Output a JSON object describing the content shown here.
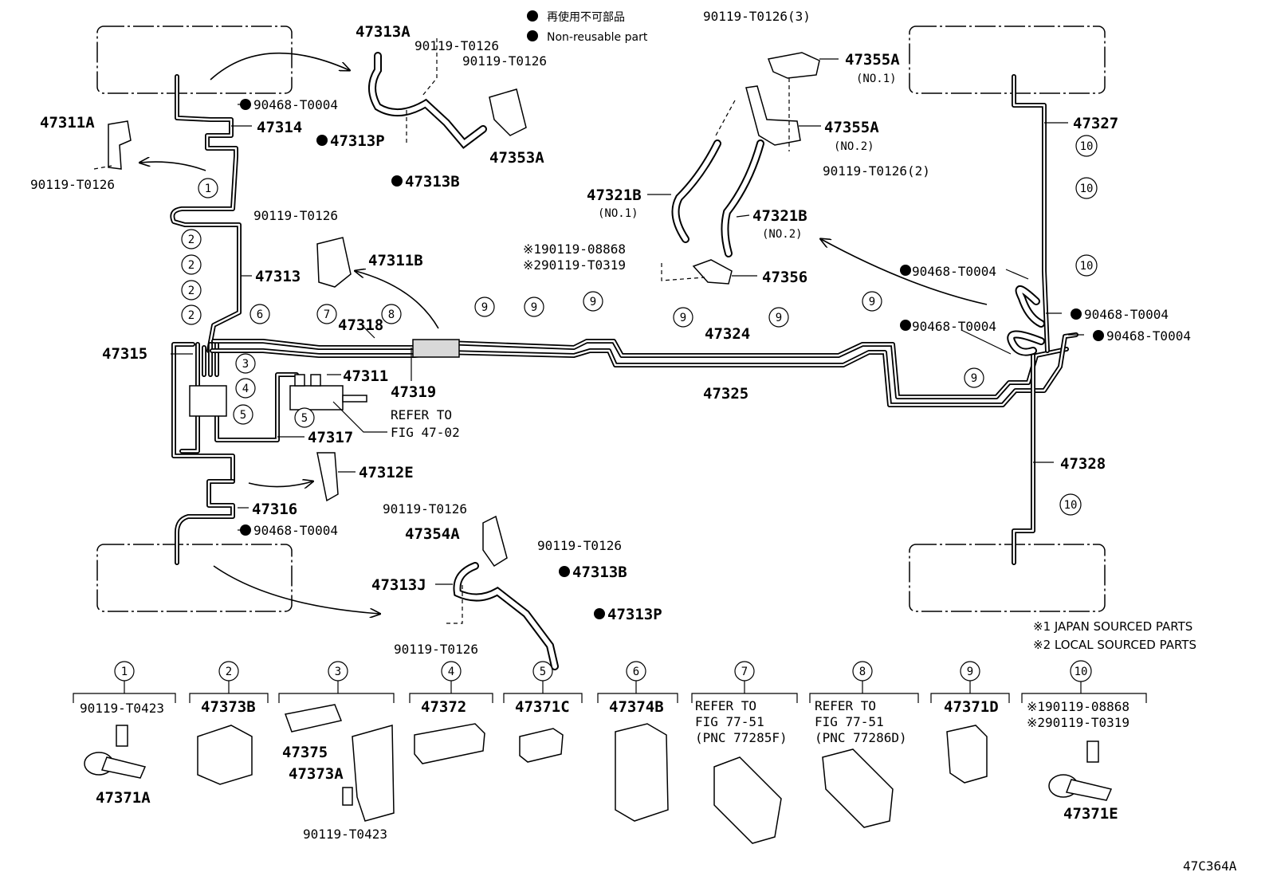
{
  "legend": {
    "jp": "再使用不可部品",
    "en": "Non-reusable part"
  },
  "diagram_code": "47C364A",
  "notes": {
    "n1": "※1 JAPAN SOURCED PARTS",
    "n2": "※2 LOCAL SOURCED PARTS"
  },
  "labels": {
    "p47313A": "47313A",
    "b1": "90119-T0126",
    "b2": "90119-T0126",
    "p47353A": "47353A",
    "p47313P_a": "47313P",
    "p47313B_a": "47313B",
    "c90468_tl": "90468-T0004",
    "p47311A": "47311A",
    "p47314": "47314",
    "b_tl": "90119-T0126",
    "b_311B": "90119-T0126",
    "p47311B": "47311B",
    "p47313": "47313",
    "p47315": "47315",
    "p47318": "47318",
    "p47319": "47319",
    "p47311": "47311",
    "refer1": "REFER TO",
    "refer2": "FIG 47-02",
    "p47317": "47317",
    "p47312E": "47312E",
    "b_312E": "90119-T0126",
    "p47316": "47316",
    "c90468_bl": "90468-T0004",
    "p47354A": "47354A",
    "b_354A": "90119-T0126",
    "p47313J": "47313J",
    "p47313B_b": "47313B",
    "p47313P_b": "47313P",
    "b_313J": "90119-T0126",
    "p47324": "47324",
    "p47325": "47325",
    "b_355A": "90119-T0126(3)",
    "p47355A1": "47355A",
    "p47355A1_sub": "(NO.1)",
    "p47355A2": "47355A",
    "p47355A2_sub": "(NO.2)",
    "b_355A2": "90119-T0126(2)",
    "p47321B1": "47321B",
    "p47321B1_sub": "(NO.1)",
    "p47321B2": "47321B",
    "p47321B2_sub": "(NO.2)",
    "b_356_1": "※190119-08868",
    "b_356_2": "※290119-T0319",
    "p47356": "47356",
    "p47327": "47327",
    "p47328": "47328",
    "c90468_r1": "90468-T0004",
    "c90468_r2": "90468-T0004",
    "c90468_r3": "90468-T0004",
    "c90468_r4": "90468-T0004"
  },
  "callouts": {
    "c1": "1",
    "c2": "2",
    "c3": "3",
    "c4": "4",
    "c5": "5",
    "c6": "6",
    "c7": "7",
    "c8": "8",
    "c9": "9",
    "c10": "10"
  },
  "bottom": {
    "k1": {
      "num": "1",
      "top": "90119-T0423",
      "bottom": "47371A"
    },
    "k2": {
      "num": "2",
      "top": "47373B"
    },
    "k3": {
      "num": "3",
      "a": "47375",
      "b": "47373A",
      "c": "90119-T0423"
    },
    "k4": {
      "num": "4",
      "top": "47372"
    },
    "k5": {
      "num": "5",
      "top": "47371C"
    },
    "k6": {
      "num": "6",
      "top": "47374B"
    },
    "k7": {
      "num": "7",
      "l1": "REFER TO",
      "l2": "FIG 77-51",
      "l3": "(PNC 77285F)"
    },
    "k8": {
      "num": "8",
      "l1": "REFER TO",
      "l2": "FIG 77-51",
      "l3": "(PNC 77286D)"
    },
    "k9": {
      "num": "9",
      "top": "47371D"
    },
    "k10": {
      "num": "10",
      "l1": "※190119-08868",
      "l2": "※290119-T0319",
      "bottom": "47371E"
    }
  }
}
